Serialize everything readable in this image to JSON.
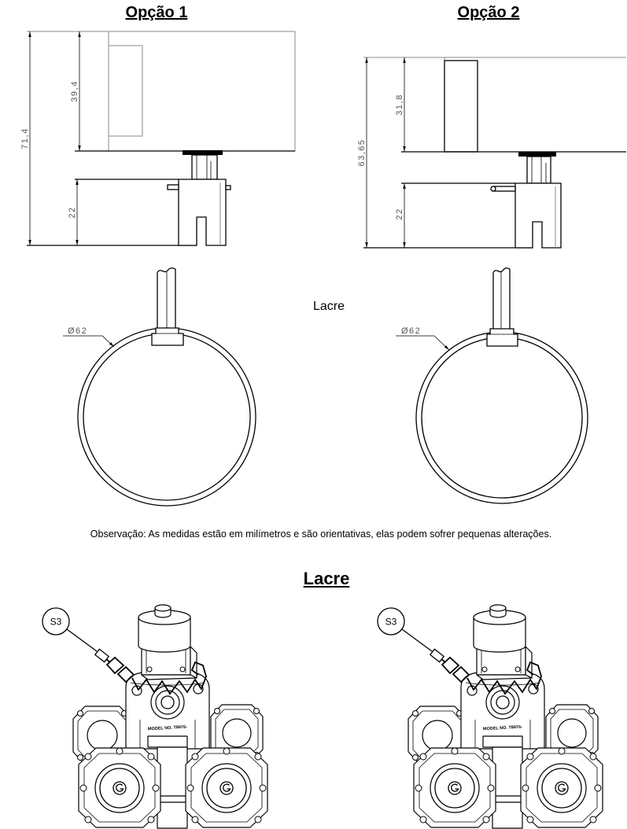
{
  "options": [
    {
      "title": "Opção 1",
      "dimensions": {
        "overall": "71,4",
        "upper": "39,4",
        "lower": "22"
      },
      "diameter": "Ø62"
    },
    {
      "title": "Opção 2",
      "dimensions": {
        "overall": "63,65",
        "upper": "31,8",
        "lower": "22"
      },
      "diameter": "Ø62"
    }
  ],
  "middle_label": "Lacre",
  "note": "Observação: As medidas estão em milímetros e são orientativas, elas podem sofrer pequenas alterações.",
  "seal_section": {
    "title": "Lacre",
    "assemblies": [
      {
        "callout": "S3",
        "model_text": "MODEL NO. T8976-"
      },
      {
        "callout": "S3",
        "model_text": "MODEL NO. T8976-"
      }
    ]
  },
  "colors": {
    "line": "#000000",
    "dimension": "#555555",
    "thin": "#8a8a8a",
    "background": "#ffffff"
  }
}
